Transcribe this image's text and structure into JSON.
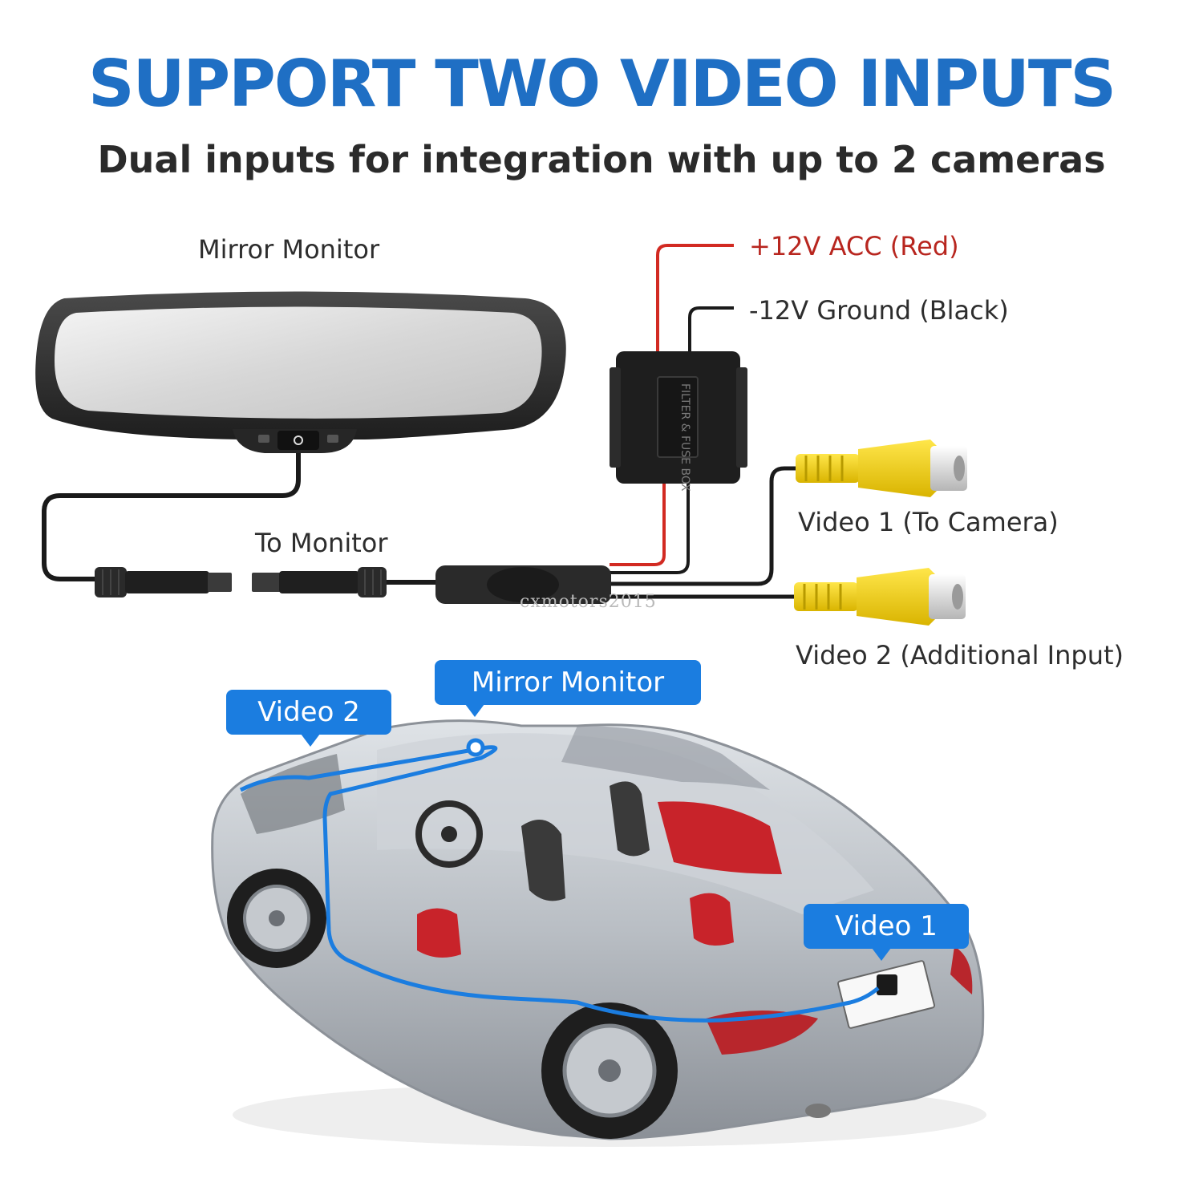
{
  "header": {
    "title": "SUPPORT TWO VIDEO INPUTS",
    "subtitle": "Dual inputs for integration with up to 2 cameras"
  },
  "diagram": {
    "mirror_label": "Mirror Monitor",
    "to_monitor_label": "To Monitor",
    "acc_label": "+12V ACC (Red)",
    "ground_label": "-12V Ground (Black)",
    "video1_label": "Video 1 (To Camera)",
    "video2_label": "Video 2 (Additional Input)",
    "filter_box_text": "FILTER & FUSE BOX",
    "watermark": "cxmotors2015"
  },
  "callouts": {
    "video2": "Video 2",
    "mirror_monitor": "Mirror Monitor",
    "video1": "Video 1"
  },
  "colors": {
    "title_blue": "#1f6fc4",
    "callout_blue": "#1b7de0",
    "acc_red": "#b8261f",
    "rca_yellow": "#f2d21a",
    "seat_red": "#c8232a",
    "car_silver": "#b9bec4"
  }
}
